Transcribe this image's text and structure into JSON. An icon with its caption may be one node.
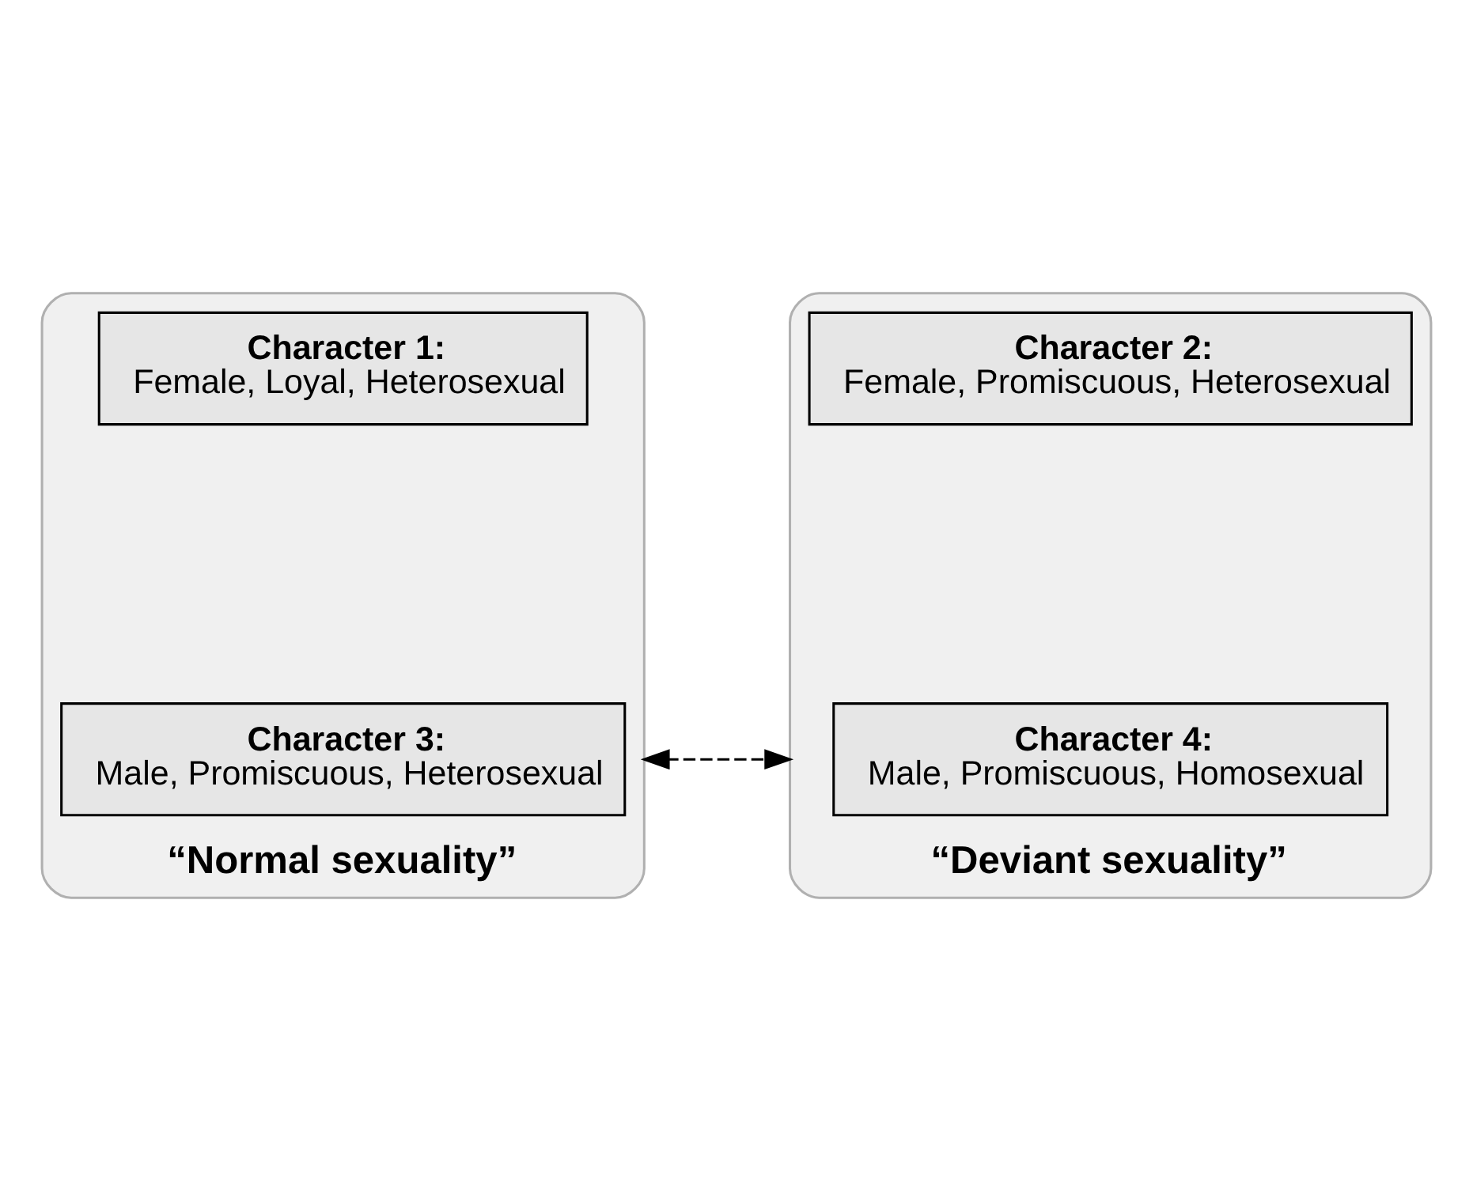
{
  "diagram": {
    "nodes": [
      {
        "text": [],
        "shape": "ellipse",
        "beside": [
          "“Normal sexuality”"
        ]
      },
      {
        "text": [
          "Character 1:",
          "Female, Loyal, Heterosexual"
        ],
        "in": 0
      },
      {
        "text": [
          "Character 3:",
          "Male, Promiscuous, Heterosexual"
        ],
        "in": 0
      },
      {
        "text": [],
        "shape": "ellipse",
        "beside": [
          "“Deviant sexuality”"
        ]
      },
      {
        "text": [
          "Character 2:",
          "Female, Promiscuous, Heterosexual"
        ],
        "in": 3
      },
      {
        "text": [
          "Character 4:",
          "Male, Promiscuous, Homosexual"
        ],
        "in": 3
      }
    ],
    "edges": [
      {
        "from": 0,
        "to": 3,
        "arrow": "both",
        "style": "dashed"
      }
    ]
  }
}
